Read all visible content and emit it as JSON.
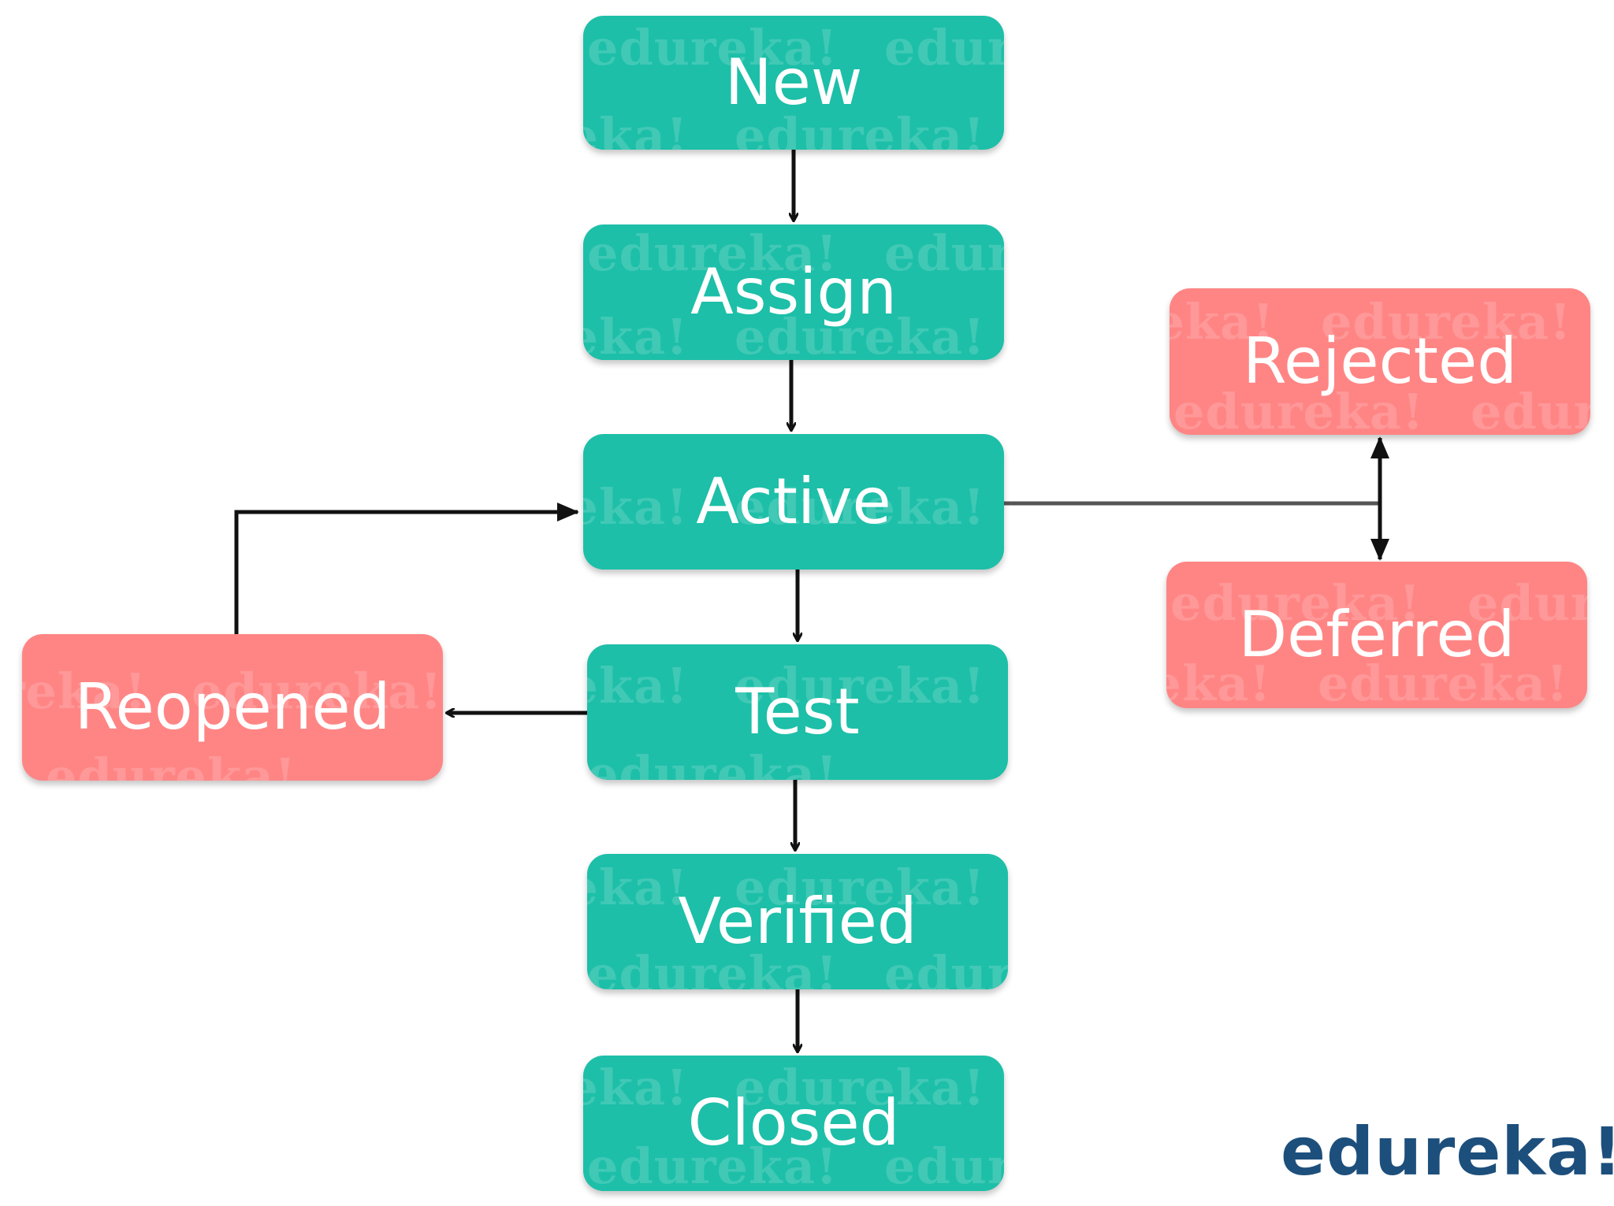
{
  "diagram": {
    "nodes": [
      {
        "id": "new",
        "label": "New",
        "kind": "primary"
      },
      {
        "id": "assign",
        "label": "Assign",
        "kind": "primary"
      },
      {
        "id": "active",
        "label": "Active",
        "kind": "primary"
      },
      {
        "id": "test",
        "label": "Test",
        "kind": "primary"
      },
      {
        "id": "verified",
        "label": "Verified",
        "kind": "primary"
      },
      {
        "id": "closed",
        "label": "Closed",
        "kind": "primary"
      },
      {
        "id": "reopened",
        "label": "Reopened",
        "kind": "alternate"
      },
      {
        "id": "rejected",
        "label": "Rejected",
        "kind": "alternate"
      },
      {
        "id": "deferred",
        "label": "Deferred",
        "kind": "alternate"
      }
    ],
    "edges": [
      {
        "from": "new",
        "to": "assign"
      },
      {
        "from": "assign",
        "to": "active"
      },
      {
        "from": "active",
        "to": "test"
      },
      {
        "from": "test",
        "to": "verified"
      },
      {
        "from": "verified",
        "to": "closed"
      },
      {
        "from": "test",
        "to": "reopened"
      },
      {
        "from": "reopened",
        "to": "active"
      },
      {
        "from": "active",
        "to": "rejected"
      },
      {
        "from": "active",
        "to": "deferred"
      }
    ]
  },
  "watermark": "edureka!",
  "brand": {
    "logo_text": "edureka!"
  },
  "colors": {
    "primary_node": "#1dbfa8",
    "alternate_node": "#ff8585",
    "arrow": "#111111",
    "connector_gray": "#555555",
    "node_text": "#ffffff",
    "brand_text": "#1d4f7c"
  }
}
